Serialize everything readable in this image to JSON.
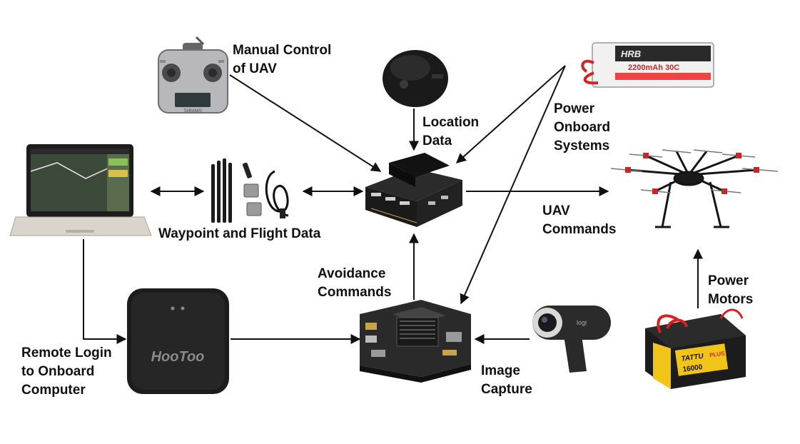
{
  "labels": {
    "manual_control": "Manual Control\nof UAV",
    "location_data": "Location\nData",
    "power_onboard": "Power\nOnboard\nSystems",
    "uav_commands": "UAV\nCommands",
    "waypoint": "Waypoint and Flight Data",
    "avoidance": "Avoidance\nCommands",
    "power_motors": "Power\nMotors",
    "remote_login": "Remote Login\nto Onboard\nComputer",
    "image_capture": "Image\nCapture"
  },
  "device_text": {
    "hootoo_logo": "HooToo",
    "battery_brand": "HRB",
    "battery_spec": "2200mAh 30C",
    "controller_brand": "TARANIS",
    "webcam_brand": "logi",
    "motor_battery_brand": "TATTU",
    "motor_battery_plus": "PLUS",
    "motor_battery_capacity": "16000"
  },
  "colors": {
    "arrow": "#111111",
    "battery_red": "#d82020",
    "hootoo_body": "#1c1c1c",
    "tattu_yellow": "#f0c419"
  }
}
